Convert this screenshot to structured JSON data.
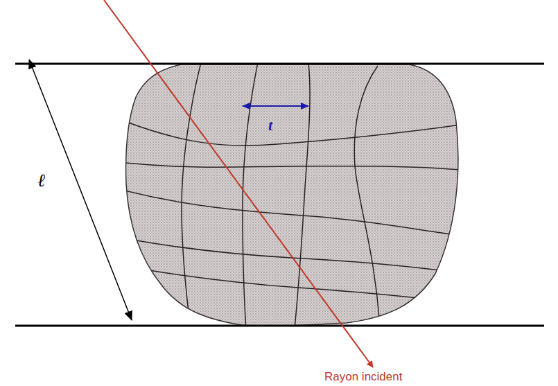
{
  "diagram": {
    "labels": [
      "ℓ",
      "t",
      "Rayon incident"
    ]
  }
}
